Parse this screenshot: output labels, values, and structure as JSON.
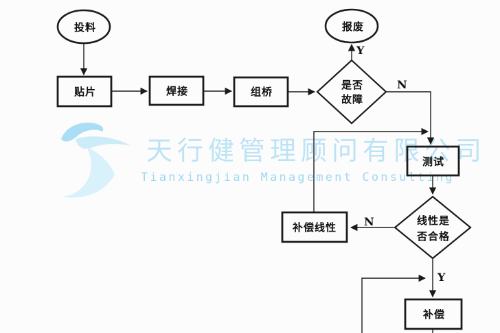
{
  "page": {
    "background_color": "#fcfcfc",
    "line_color": "#1b1b1b"
  },
  "watermark": {
    "company_cn": "天行健管理顾问有限公司",
    "company_en": "Tianxingjian Management Consulting",
    "cn_color": "#bce3f5",
    "en_color": "#9ed8f0",
    "logo": "swoosh-bird-logo",
    "logo_colors": [
      "#a9def4",
      "#cdecf9",
      "#bfe6f6",
      "#d8f1fb"
    ]
  },
  "flowchart": {
    "terminals": {
      "start": {
        "label": "投料"
      },
      "scrap": {
        "label": "报废"
      }
    },
    "steps": {
      "tiepian": {
        "label": "贴片"
      },
      "hanjie": {
        "label": "焊接"
      },
      "zuqiao": {
        "label": "组桥"
      },
      "ceshi": {
        "label": "测试"
      },
      "buchang_xianxing": {
        "label": "补偿线性"
      },
      "buchang": {
        "label": "补偿"
      }
    },
    "decisions": {
      "fault": {
        "label": "是否故障",
        "line1": "是否",
        "line2": "故障"
      },
      "linear": {
        "label": "线性是否合格",
        "line1": "线性是",
        "line2": "否合格"
      }
    },
    "branch_labels": {
      "fault_yes": "Y",
      "fault_no": "N",
      "linear_no": "N",
      "linear_yes": "Y"
    }
  }
}
